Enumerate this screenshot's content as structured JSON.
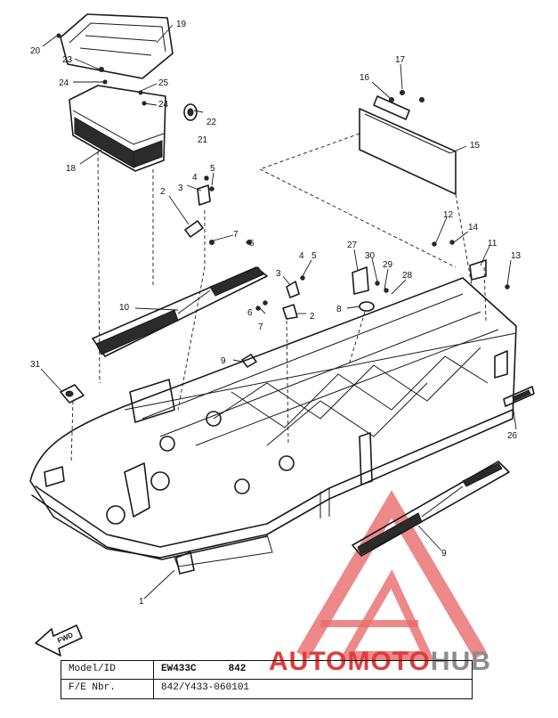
{
  "callouts": {
    "c19": "19",
    "c20": "20",
    "c23": "23",
    "c24a": "24",
    "c25": "25",
    "c24b": "24",
    "c22": "22",
    "c21": "21",
    "c18": "18",
    "c16": "16",
    "c17": "17",
    "c15": "15",
    "c4a": "4",
    "c5a": "5",
    "c3a": "3",
    "c2a": "2",
    "c7a": "7",
    "c6a": "6",
    "c12": "12",
    "c14": "14",
    "c11": "11",
    "c13": "13",
    "c27": "27",
    "c30": "30",
    "c29": "29",
    "c28a": "28",
    "c3b": "3",
    "c4b": "4",
    "c5b": "5",
    "c8": "8",
    "c2b": "2",
    "c6b": "6",
    "c7b": "7",
    "c10": "10",
    "c9a": "9",
    "c31": "31",
    "c26": "26",
    "c9b": "9",
    "c1": "1"
  },
  "fwd_label": "FWD",
  "info_table": {
    "model_label": "Model/ID",
    "model_value": "EW433C",
    "model_code": "842",
    "fe_label": "F/E Nbr.",
    "fe_value": "842/Y433-060101"
  },
  "watermark": {
    "part1": "AUTO",
    "part2": "MOTO",
    "part3": "HUB",
    "color_red": "#e03c3c",
    "color_grey": "#8c8c8c"
  }
}
